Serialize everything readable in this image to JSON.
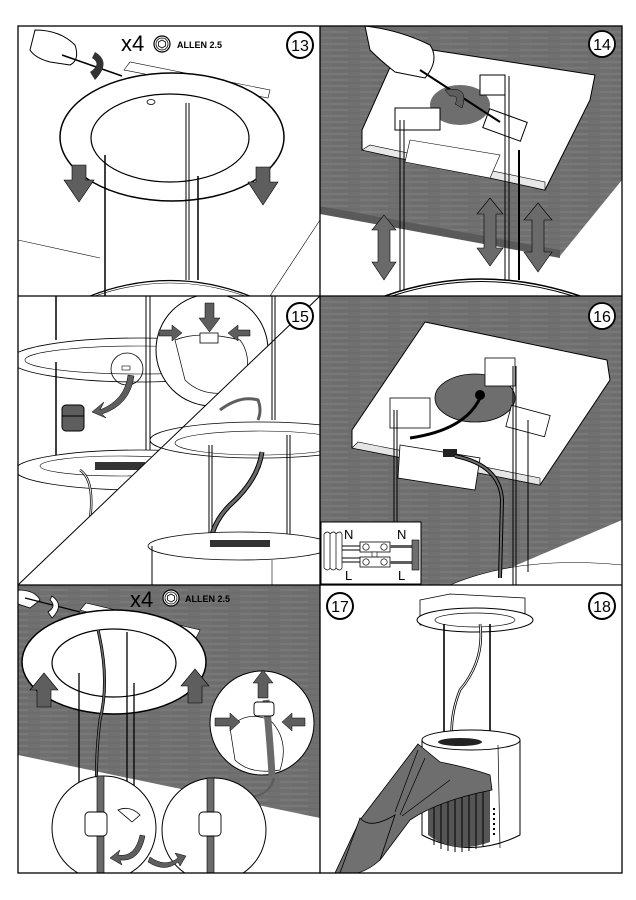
{
  "document": {
    "type": "assembly-instructions",
    "colors": {
      "ink": "#000000",
      "dark_gray": "#6e6e6e",
      "arrow_gray": "#5e5e5e",
      "ceiling_gray": "#737373",
      "paper": "#ffffff"
    }
  },
  "steps": [
    {
      "number": "13",
      "quantity": "x4",
      "tool_icon": "hex-socket-icon",
      "tool_label": "ALLEN 2.5",
      "action": "unscrew-rotate-ring-down"
    },
    {
      "number": "14",
      "action": "adjust-bracket-height"
    },
    {
      "number": "15",
      "action": "remove-cable-gland-route-cable"
    },
    {
      "number": "16",
      "action": "connect-mains-terminal",
      "wiring": {
        "left_top": "N",
        "left_bottom": "L",
        "right_top": "N",
        "right_bottom": "L"
      }
    },
    {
      "number": "",
      "quantity": "x4",
      "tool_icon": "hex-socket-icon",
      "tool_label": "ALLEN 2.5",
      "action": "fit-ring-up-secure-gland"
    },
    {
      "number": "17",
      "action": "fit-filter-cover"
    },
    {
      "number": "18",
      "action": "final-assembly"
    }
  ]
}
